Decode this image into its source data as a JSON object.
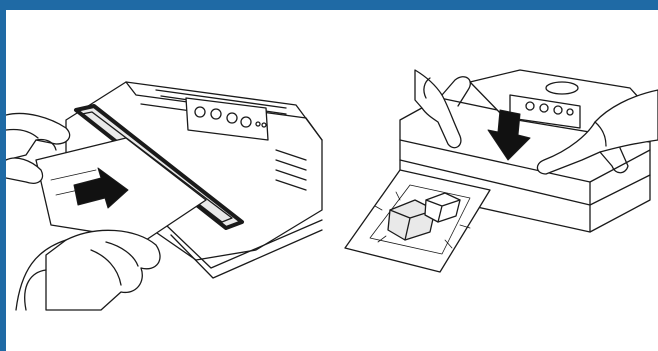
{
  "colors": {
    "frame_accent": "#1f6aa5",
    "line": "#1a1a1a",
    "fill_light": "#ffffff",
    "fill_shade": "#e9e9e9",
    "arrow": "#111111"
  },
  "illustrations": [
    {
      "name": "insert-bag-step",
      "arrow_direction": "right"
    },
    {
      "name": "press-lid-step",
      "arrow_direction": "down"
    }
  ]
}
